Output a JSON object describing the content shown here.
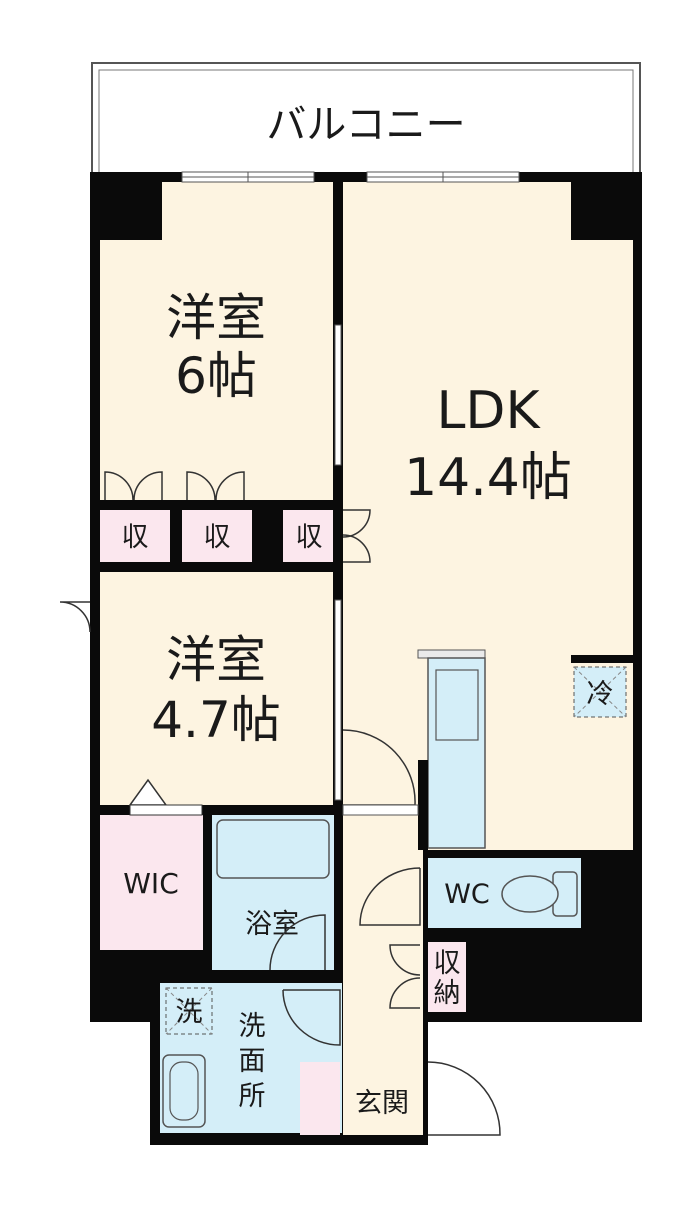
{
  "balcony": {
    "label": "バルコニー"
  },
  "rooms": {
    "western_room_1": {
      "name": "洋室",
      "size": "6帖"
    },
    "western_room_2": {
      "name": "洋室",
      "size": "4.7帖"
    },
    "ldk": {
      "name": "LDK",
      "size": "14.4帖"
    },
    "walk_in_closet": {
      "label": "WIC"
    },
    "toilet": {
      "label": "WC"
    },
    "bathroom": {
      "label": "浴室"
    },
    "washroom": {
      "label_lines": [
        "洗",
        "面",
        "所"
      ]
    },
    "entrance": {
      "label": "玄関"
    }
  },
  "storage": {
    "label": "収",
    "storage_with_doors": {
      "label_lines": [
        "収",
        "納"
      ]
    }
  },
  "appliances": {
    "refrigerator": "冷",
    "washer": "洗"
  },
  "colors": {
    "wall": "#0a0a0a",
    "room_floor": "#fdf4e1",
    "wet_area": "#d4eef8",
    "storage_pink": "#fbe7ee",
    "line": "#333333"
  }
}
